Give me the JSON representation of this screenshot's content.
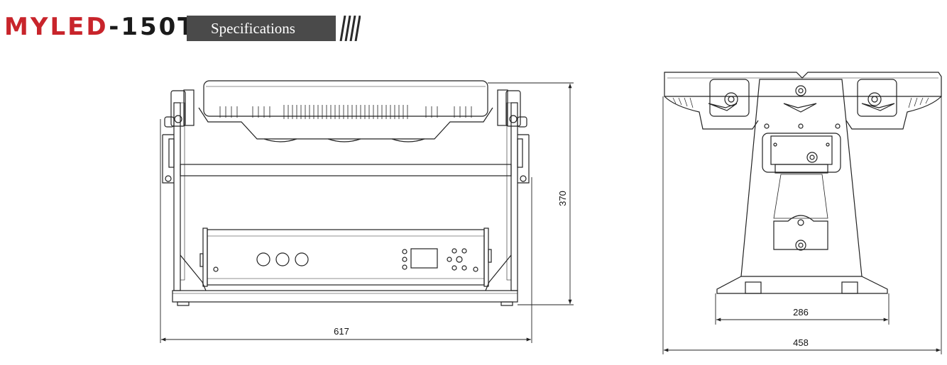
{
  "brand": {
    "part1": "MYLED",
    "part2": "-150T"
  },
  "header": {
    "section_label": "Specifications"
  },
  "colors": {
    "brand_red": "#c8242b",
    "label_bg": "#4a4a4a",
    "line": "#222222"
  },
  "dimensions": {
    "width": "617",
    "height": "370",
    "depth_foot": "286",
    "depth_total": "458"
  }
}
